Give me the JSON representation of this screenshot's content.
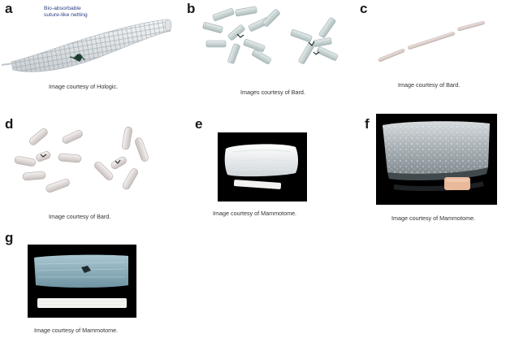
{
  "panels": [
    {
      "letter": "a",
      "caption": "Image courtesy of Hologic.",
      "callout": [
        "Bio-absorbable",
        "suture-like netting"
      ]
    },
    {
      "letter": "b",
      "caption": "Images courtesy of Bard."
    },
    {
      "letter": "c",
      "caption": "Image courtesy of Bard."
    },
    {
      "letter": "d",
      "caption": "Image courtesy of Bard."
    },
    {
      "letter": "e",
      "caption": "Image courtesy of Mammotome."
    },
    {
      "letter": "f",
      "caption": "Image courtesy of Mammotome."
    },
    {
      "letter": "g",
      "caption": "Image courtesy of Mammotome."
    }
  ],
  "colors": {
    "letter": "#1a1a1a",
    "caption": "#333333",
    "callout": "#2c3f87",
    "photo_background": "#000000"
  }
}
